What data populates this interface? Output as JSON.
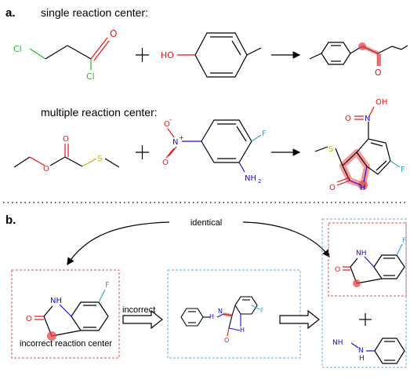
{
  "panel_a": {
    "label": "a.",
    "single": {
      "title": "single reaction center:",
      "reactant1_atoms": {
        "cl1": "Cl",
        "o": "O",
        "cl2": "Cl"
      },
      "reactant2_atoms": {
        "ho": "HO"
      },
      "product_atoms": {
        "o": "O"
      }
    },
    "multiple": {
      "title": "multiple reaction center:",
      "reactant1_atoms": {
        "o1": "O",
        "o2": "O",
        "s": "S"
      },
      "reactant2_atoms": {
        "o_minus": "O",
        "minus": "-",
        "n_plus": "N",
        "plus": "+",
        "o": "O",
        "f": "F",
        "nh2": "NH",
        "sub2": "2"
      },
      "product_atoms": {
        "oh": "OH",
        "n": "N",
        "o": "O",
        "s": "S",
        "o2": "O",
        "nh": "H",
        "f": "F"
      }
    }
  },
  "panel_b": {
    "label": "b.",
    "identical_label": "identical",
    "incorrect_label": "incorrect",
    "incorrect_center_label": "incorrect reaction center",
    "atoms": {
      "f": "F",
      "nh": "NH",
      "h": "H",
      "o": "O",
      "anilino_h": "H",
      "n": "N",
      "nh2": "N",
      "h2": "H"
    }
  },
  "colors": {
    "chlorine": "#22bb22",
    "oxygen": "#ee1111",
    "nitrogen": "#1111ee",
    "sulfur": "#c8b400",
    "fluorine": "#33aacc",
    "highlight": "#ee4444",
    "red_box": "#e05050",
    "blue_box": "#66aadd"
  }
}
